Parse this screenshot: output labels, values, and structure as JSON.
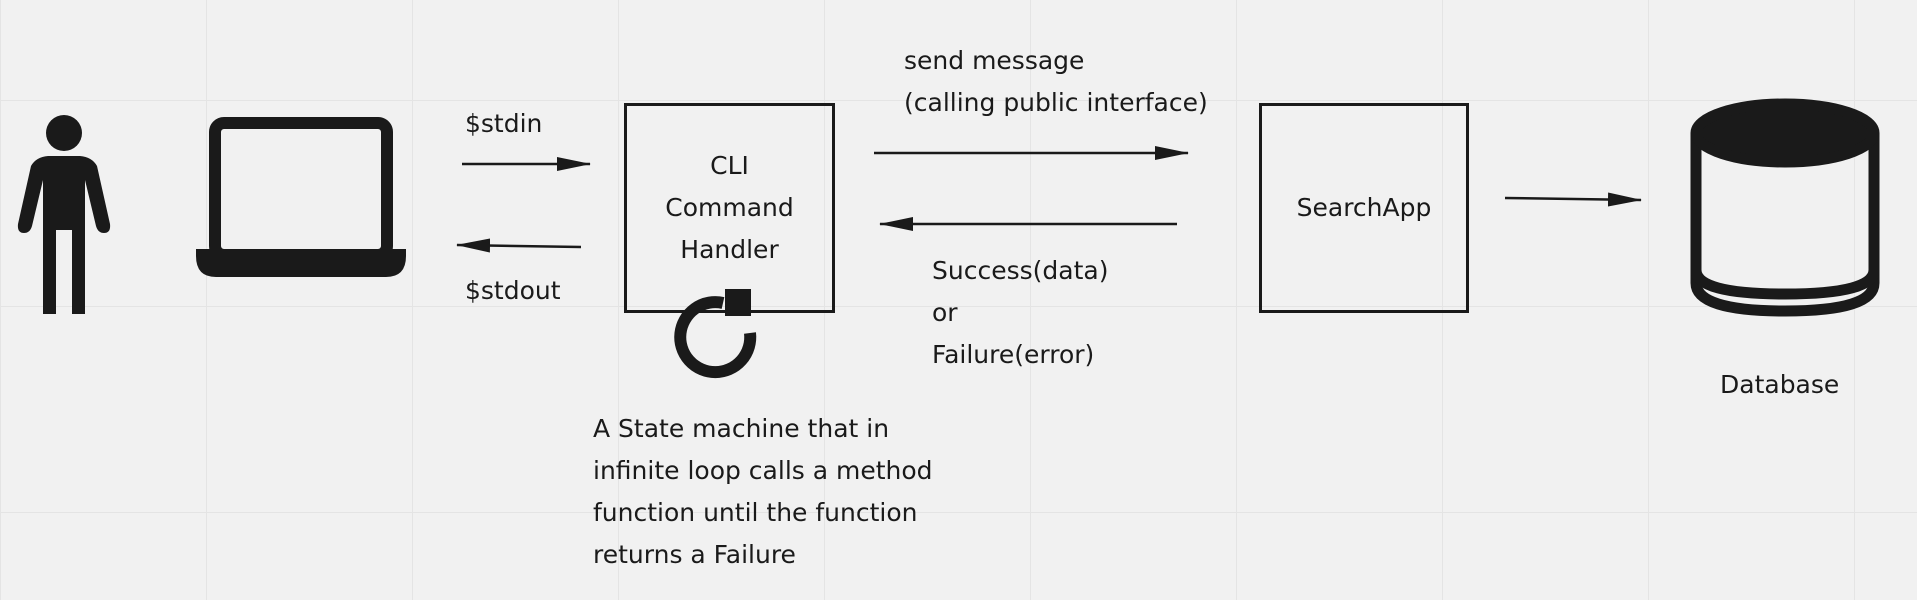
{
  "nodes": {
    "cli_handler": "CLI\nCommand\nHandler",
    "search_app": "SearchApp",
    "database": "Database"
  },
  "edges": {
    "stdin": "$stdin",
    "stdout": "$stdout",
    "send_message": "send message\n(calling public interface)",
    "response": "Success(data)\nor\nFailure(error)"
  },
  "annotation": "A State machine that in\ninfinite loop calls a method\nfunction until the function\nreturns a Failure",
  "icons": [
    "person-icon",
    "laptop-icon",
    "refresh-loop-icon",
    "database-icon"
  ],
  "colors": {
    "background": "#f1f1f1",
    "ink": "#1a1a1a"
  }
}
